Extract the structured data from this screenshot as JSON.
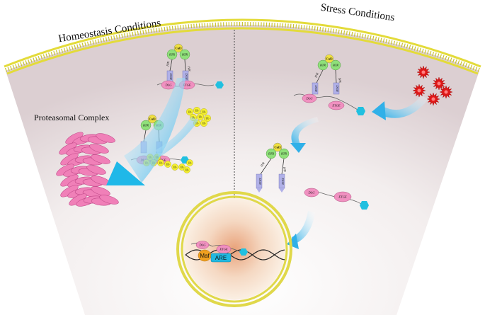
{
  "titles": {
    "homeostasis": "Homeostasis Conditions",
    "stress": "Stress Conditions",
    "proteasome": "Proteasomal Complex"
  },
  "labels": {
    "cul3": "Cul3",
    "btr": "BTR",
    "ivr": "IVR",
    "dgr": "DGR",
    "dlg": "DLG",
    "etge": "ETGE",
    "ub": "Ub",
    "maf": "Maf",
    "are": "ARE"
  },
  "colors": {
    "membrane": "#e8e040",
    "cul3": "#f0e040",
    "btb": "#8fe07a",
    "dgr": "#b0b0e8",
    "nrf2": "#f090c0",
    "hexagon": "#20c0e0",
    "ros": "#e01818",
    "arrow": "#30b0e8",
    "proteasome": "#f080b8"
  }
}
